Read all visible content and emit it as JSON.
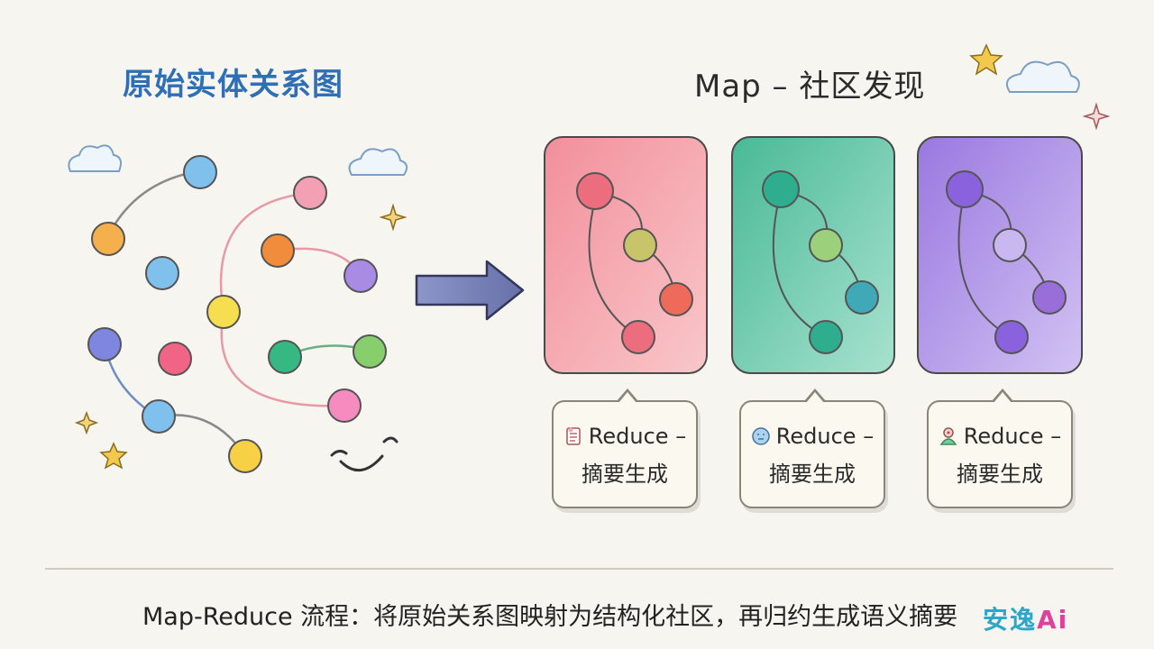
{
  "titles": {
    "left": "原始实体关系图",
    "right": "Map – 社区发现"
  },
  "bubbles": [
    {
      "line1": "Reduce –",
      "line2": "摘要生成",
      "icon": "document-icon"
    },
    {
      "line1": "Reduce –",
      "line2": "摘要生成",
      "icon": "face-icon"
    },
    {
      "line1": "Reduce –",
      "line2": "摘要生成",
      "icon": "person-icon"
    }
  ],
  "caption": "Map-Reduce 流程：将原始关系图映射为结构化社区，再归约生成语义摘要",
  "brand": {
    "name": "安逸",
    "ai": "Ai"
  },
  "colors": {
    "title_left": "#2f6fb5",
    "community_red": "#f4a7ae",
    "community_green": "#5ac6a8",
    "community_purple": "#a98be6",
    "arrow": "#7b84b8"
  }
}
